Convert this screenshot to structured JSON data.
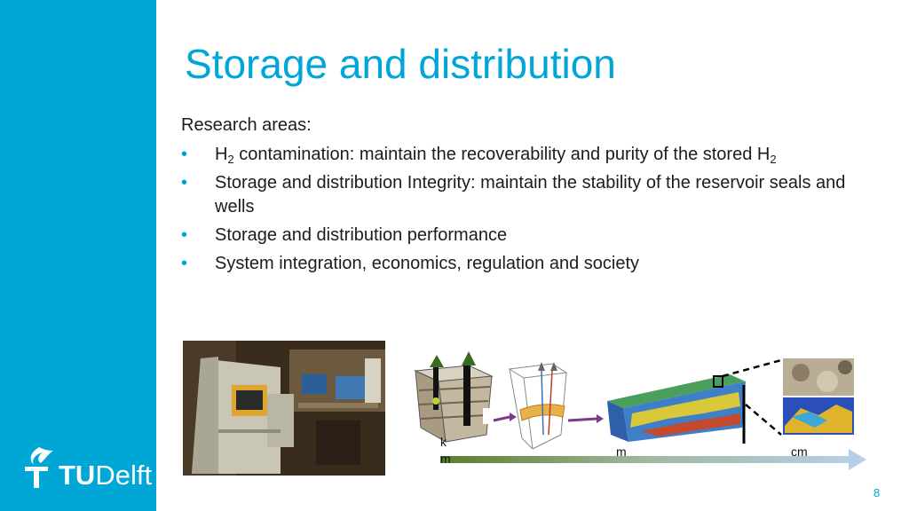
{
  "slide": {
    "title": "Storage and distribution",
    "intro": "Research areas:",
    "bullets": [
      {
        "pre": "H",
        "sub1": "2",
        "mid": " contamination: maintain the recoverability and purity of the stored H",
        "sub2": "2"
      },
      {
        "text": "Storage and distribution Integrity: maintain the stability of the reservoir seals and wells"
      },
      {
        "text": "Storage and distribution performance"
      },
      {
        "text": "System integration, economics, regulation and society"
      }
    ],
    "page_number": "8"
  },
  "logo": {
    "bold": "TU",
    "normal": "Delft"
  },
  "diagram": {
    "scale_labels": {
      "km_k": "k",
      "km_m": "m",
      "m": "m",
      "cm": "cm"
    }
  },
  "colors": {
    "accent": "#00a6d6",
    "text": "#1c1c1c"
  }
}
